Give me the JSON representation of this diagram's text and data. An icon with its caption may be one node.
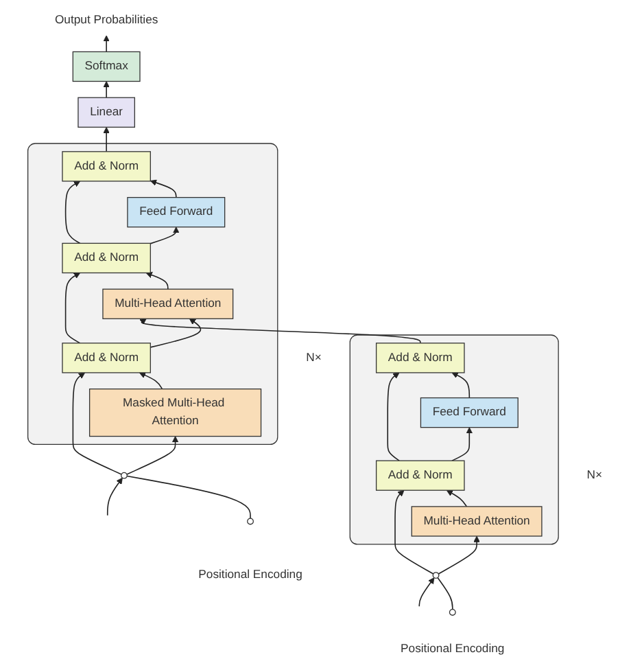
{
  "diagram": {
    "nodes": [
      {
        "text": [],
        "shape": "box",
        "beside": [
          "N×"
        ]
      },
      {
        "text": [
          "Multi-Head Attention"
        ],
        "in": 0
      },
      {
        "text": [
          "Add & Norm"
        ],
        "in": 0
      },
      {
        "text": [
          "Feed Forward"
        ],
        "in": 0
      },
      {
        "text": [
          "Add & Norm"
        ],
        "in": 0
      },
      {
        "text": [],
        "shape": "box",
        "beside": [
          "N×"
        ]
      },
      {
        "text": [
          "Masked Multi-Head Attention"
        ],
        "in": 5
      },
      {
        "text": [
          "Add & Norm"
        ],
        "in": 5
      },
      {
        "text": [
          "Multi-Head Attention"
        ],
        "in": 5
      },
      {
        "text": [
          "Add & Norm"
        ],
        "in": 5
      },
      {
        "text": [
          "Feed Forward"
        ],
        "in": 5
      },
      {
        "text": [
          "Add & Norm"
        ],
        "in": 5
      },
      {
        "text": [
          "Linear"
        ]
      },
      {
        "text": [
          "Softmax"
        ]
      },
      {
        "text": [
          "Output Probabilities"
        ]
      },
      {
        "text": [],
        "shape": "circle"
      },
      {
        "text": [],
        "shape": "circle",
        "beside": [
          "Positional Encoding"
        ]
      },
      {
        "text": [],
        "shape": "circle"
      },
      {
        "text": [],
        "shape": "circle",
        "beside": [
          "Positional Encoding"
        ]
      }
    ],
    "edges": [
      {
        "from": null,
        "to": 15,
        "arrow": "to"
      },
      {
        "from": 16,
        "to": 15,
        "arrow": "none"
      },
      {
        "from": 15,
        "to": 1,
        "arrow": "to"
      },
      {
        "from": 15,
        "to": 2,
        "arrow": "to"
      },
      {
        "from": 1,
        "to": 2,
        "arrow": "to"
      },
      {
        "from": 2,
        "to": 3,
        "arrow": "to"
      },
      {
        "from": 2,
        "to": 4,
        "arrow": "to"
      },
      {
        "from": 3,
        "to": 4,
        "arrow": "to"
      },
      {
        "from": 4,
        "to": 8,
        "arrow": "to"
      },
      {
        "from": null,
        "to": 17,
        "arrow": "to"
      },
      {
        "from": 18,
        "to": 17,
        "arrow": "none"
      },
      {
        "from": 17,
        "to": 6,
        "arrow": "to"
      },
      {
        "from": 17,
        "to": 7,
        "arrow": "to"
      },
      {
        "from": 6,
        "to": 7,
        "arrow": "to"
      },
      {
        "from": 7,
        "to": 8,
        "arrow": "to"
      },
      {
        "from": 7,
        "to": 9,
        "arrow": "to"
      },
      {
        "from": 8,
        "to": 9,
        "arrow": "to"
      },
      {
        "from": 9,
        "to": 10,
        "arrow": "to"
      },
      {
        "from": 9,
        "to": 11,
        "arrow": "to"
      },
      {
        "from": 10,
        "to": 11,
        "arrow": "to"
      },
      {
        "from": 11,
        "to": 12,
        "arrow": "to"
      },
      {
        "from": 12,
        "to": 13,
        "arrow": "to"
      },
      {
        "from": 13,
        "to": 14,
        "arrow": "to"
      }
    ]
  }
}
